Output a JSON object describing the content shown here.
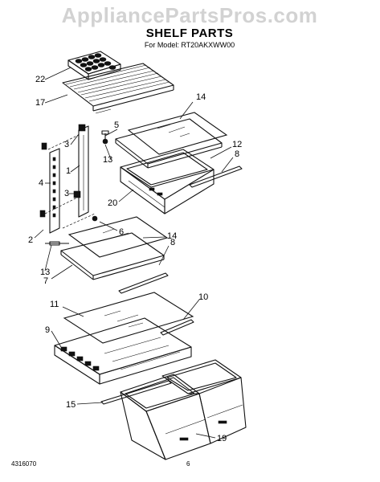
{
  "watermark": "AppliancePartsPros.com",
  "title": "SHELF PARTS",
  "subtitle": "For Model: RT20AKXWW00",
  "callouts": {
    "c22": "22",
    "c17": "17",
    "c14a": "14",
    "c5": "5",
    "c13a": "13",
    "c12": "12",
    "c8a": "8",
    "c3a": "3",
    "c1a": "1",
    "c4": "4",
    "c3b": "3",
    "c20": "20",
    "c2": "2",
    "c6": "6",
    "c14b": "14",
    "c8b": "8",
    "c13b": "13",
    "c7": "7",
    "c11": "11",
    "c10": "10",
    "c9": "9",
    "c15": "15",
    "c19": "19"
  },
  "footer": {
    "doc_number": "4316070",
    "page_number": "6"
  }
}
